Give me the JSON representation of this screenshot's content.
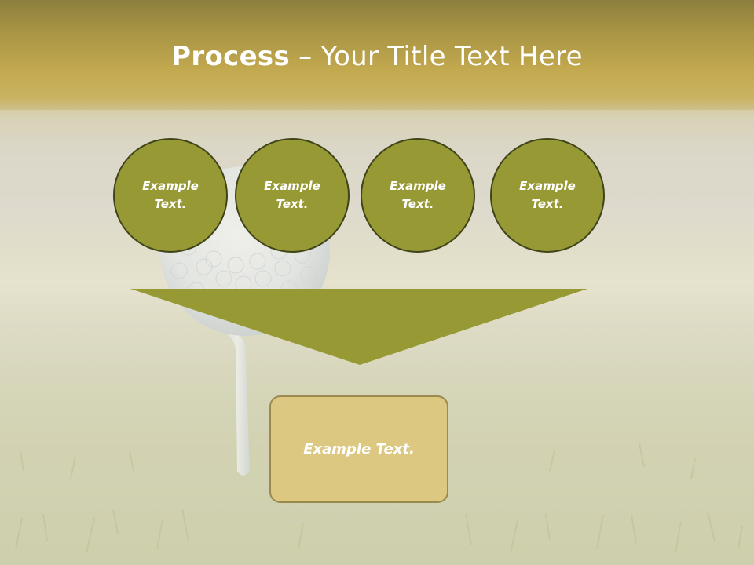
{
  "slide": {
    "title_bold": "Process",
    "title_rest": " – Your Title Text Here",
    "circles": [
      {
        "label": "Example Text."
      },
      {
        "label": "Example Text."
      },
      {
        "label": "Example Text."
      },
      {
        "label": "Example Text."
      }
    ],
    "result_box": {
      "label": "Example Text."
    }
  },
  "colors": {
    "circle_fill": "#979935",
    "circle_border": "#3f4419",
    "arrow_fill": "#979935",
    "box_fill": "#dcc880",
    "box_border": "#9a8a4f",
    "text": "#ffffff"
  }
}
